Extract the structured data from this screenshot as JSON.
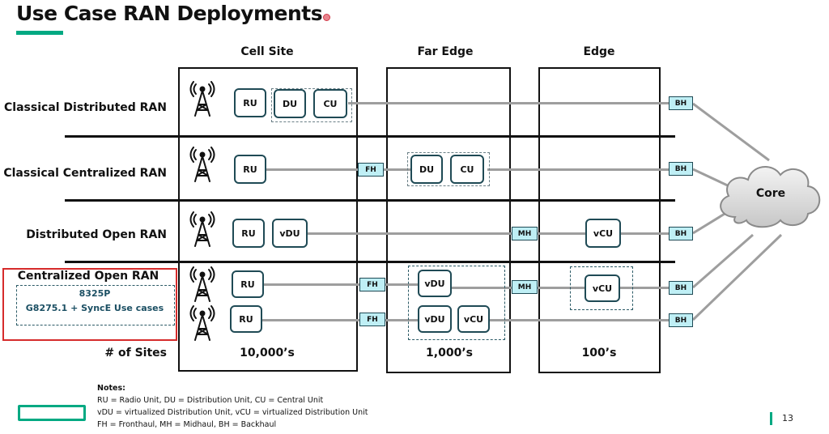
{
  "title": "Use Case RAN Deployments",
  "columns": {
    "cell_site": "Cell Site",
    "far_edge": "Far Edge",
    "edge": "Edge"
  },
  "rows": {
    "classical_distributed": "Classical Distributed RAN",
    "classical_centralized": "Classical Centralized RAN",
    "distributed_open": "Distributed Open RAN",
    "centralized_open": "Centralized Open RAN",
    "sites": "# of Sites"
  },
  "nodes": {
    "ru": "RU",
    "du": "DU",
    "cu": "CU",
    "vdu": "vDU",
    "vcu": "vCU",
    "fh": "FH",
    "mh": "MH",
    "bh": "BH",
    "core": "Core"
  },
  "site_counts": {
    "cell_site": "10,000’s",
    "far_edge": "1,000’s",
    "edge": "100’s"
  },
  "highlight": {
    "line1": "8325P",
    "line2": "G8275.1 + SyncE Use cases"
  },
  "notes": {
    "heading": "Notes:",
    "line1": "RU = Radio Unit, DU = Distribution Unit, CU = Central Unit",
    "line2": "vDU = virtualized Distribution Unit, vCU = virtualized Distribution Unit",
    "line3": "FH = Fronthaul, MH = Midhaul, BH = Backhaul"
  },
  "page_number": "13",
  "colors": {
    "accent": "#01a982",
    "node_border": "#1f4a55",
    "tag_fill": "#bfeff5",
    "link": "#9e9e9e",
    "highlight_border": "#d62b2b"
  },
  "icons": {
    "tower": "cell-tower-icon",
    "cloud": "cloud-icon",
    "logo": "hpe-logo"
  }
}
